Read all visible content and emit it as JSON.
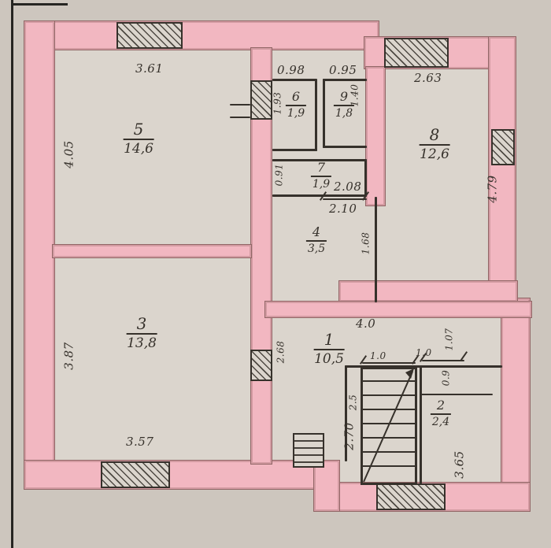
{
  "plan": {
    "colors": {
      "paper": "#cdc6be",
      "floor": "#dbd5cd",
      "wall": "#f2b7c1",
      "ink": "#36312b"
    },
    "rooms": [
      {
        "number": "5",
        "area": "14,6"
      },
      {
        "number": "3",
        "area": "13,8"
      },
      {
        "number": "6",
        "area": "1,9"
      },
      {
        "number": "9",
        "area": "1,8"
      },
      {
        "number": "7",
        "area": "1,9"
      },
      {
        "number": "8",
        "area": "12,6"
      },
      {
        "number": "4",
        "area": "3,5"
      },
      {
        "number": "1",
        "area": "10,5"
      },
      {
        "number": "2",
        "area": "2,4"
      }
    ],
    "dims": {
      "room5_top": "3.61",
      "room5_left": "4.05",
      "room3_left": "3.87",
      "room3_bottom": "3.57",
      "room6_top": "0.98",
      "room6_left": "1.93",
      "room9_top": "0.95",
      "room9_right": "1.40",
      "room8_top": "2.63",
      "room8_right": "4.79",
      "room7_left": "0.91",
      "room7_width": "2.08",
      "room7_width2": "2.10",
      "room4_right": "1.68",
      "room1_top": "4.0",
      "room1_left": "2.68",
      "stairs_width": "1.0",
      "room2_width": "1.0",
      "room2_right": "1.07",
      "room2_inner": "0.9",
      "stairs_run_a": "2.5",
      "stairs_run_b": "2.70",
      "room2_bottom": "3.65"
    }
  }
}
